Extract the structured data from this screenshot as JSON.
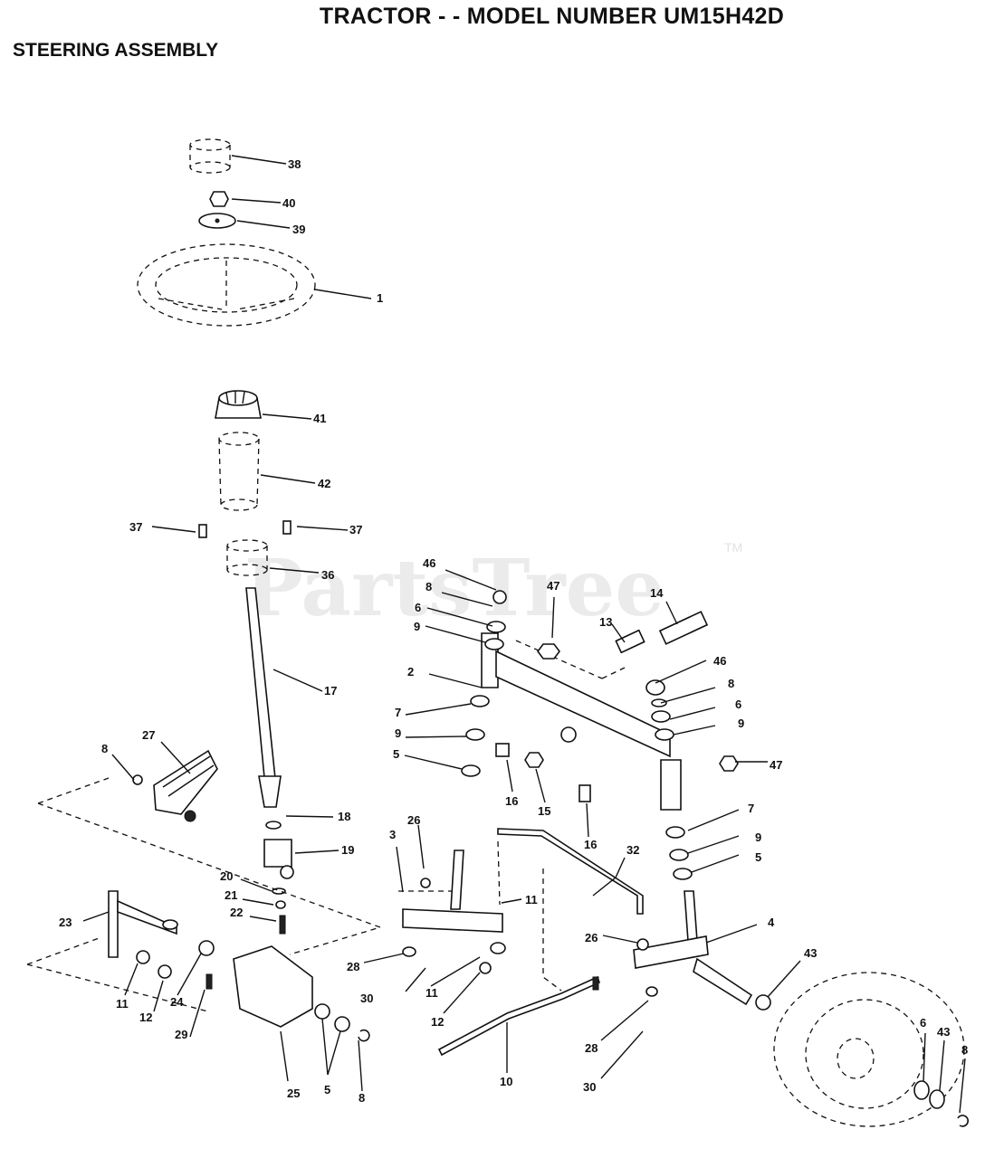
{
  "title": "TRACTOR - - MODEL NUMBER UM15H42D",
  "subtitle": "STEERING ASSEMBLY",
  "watermark": "PartsTree",
  "trademark": "TM",
  "part_labels": [
    "38",
    "40",
    "39",
    "1",
    "41",
    "42",
    "37",
    "37",
    "36",
    "17",
    "27",
    "8",
    "18",
    "19",
    "20",
    "21",
    "22",
    "23",
    "11",
    "12",
    "24",
    "29",
    "25",
    "5",
    "8",
    "46",
    "8",
    "6",
    "9",
    "47",
    "2",
    "7",
    "9",
    "5",
    "16",
    "15",
    "13",
    "14",
    "46",
    "8",
    "6",
    "9",
    "47",
    "16",
    "7",
    "9",
    "5",
    "3",
    "26",
    "11",
    "28",
    "30",
    "11",
    "12",
    "32",
    "4",
    "26",
    "28",
    "30",
    "10",
    "43",
    "6",
    "43",
    "8"
  ]
}
